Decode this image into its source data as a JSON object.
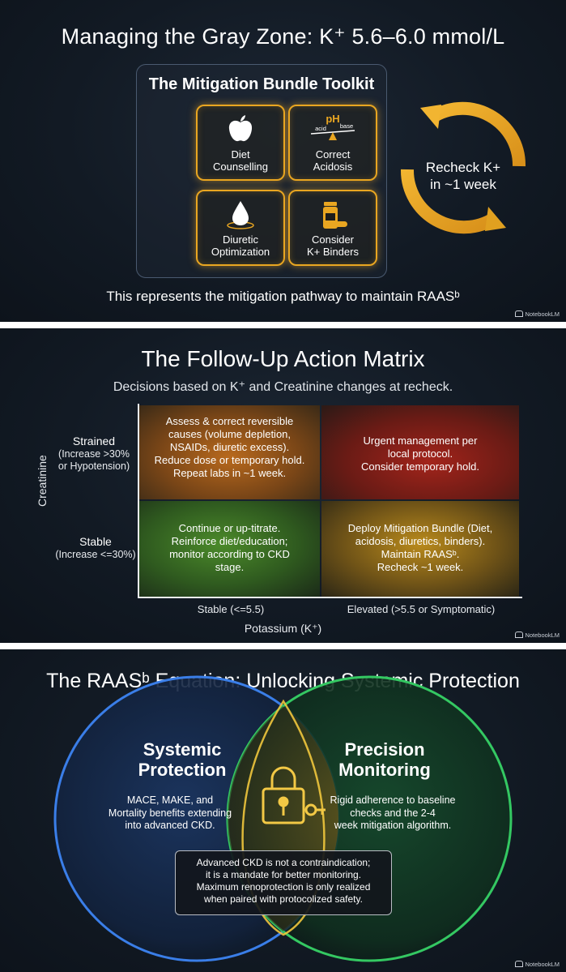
{
  "panel1": {
    "title": "Managing the Gray Zone: K⁺ 5.6–6.0 mmol/L",
    "toolkit_title": "The Mitigation Bundle Toolkit",
    "tiles": [
      {
        "label_line1": "Diet",
        "label_line2": "Counselling",
        "icon": "apple-icon"
      },
      {
        "label_line1": "Correct",
        "label_line2": "Acidosis",
        "icon": "ph-scale-icon",
        "icon_text": {
          "ph": "pH",
          "acid": "acid",
          "base": "base"
        }
      },
      {
        "label_line1": "Diuretic",
        "label_line2": "Optimization",
        "icon": "water-drop-icon"
      },
      {
        "label_line1": "Consider",
        "label_line2": "K+ Binders",
        "icon": "pill-bottle-icon"
      }
    ],
    "cycle_line1": "Recheck K+",
    "cycle_line2": "in ~1 week",
    "caption": "This represents the mitigation pathway to maintain RAASᵇ",
    "accent_color": "#e9a621"
  },
  "panel2": {
    "title": "The Follow-Up Action Matrix",
    "subtitle": "Decisions based on K⁺ and Creatinine changes at recheck.",
    "cells": {
      "top_left": [
        "Assess & correct reversible",
        "causes (volume depletion,",
        "NSAIDs, diuretic excess).",
        "Reduce dose or temporary hold.",
        "Repeat labs in ~1 week."
      ],
      "top_right": [
        "Urgent management per",
        "local protocol.",
        "Consider temporary hold."
      ],
      "bottom_left": [
        "Continue or up-titrate.",
        "Reinforce diet/education;",
        "monitor according to CKD",
        "stage."
      ],
      "bottom_right": [
        "Deploy Mitigation Bundle (Diet,",
        "acidosis, diuretics, binders).",
        "Maintain RAASᵇ.",
        "Recheck ~1 week."
      ]
    },
    "row_labels": {
      "strained": {
        "title": "Strained",
        "line1": "(Increase >30%",
        "line2": "or Hypotension)"
      },
      "stable": {
        "title": "Stable",
        "line1": "(Increase <=30%)"
      }
    },
    "y_axis_label": "Creatinine",
    "col_labels": [
      "Stable (<=5.5)",
      "Elevated (>5.5 or Symptomatic)"
    ],
    "x_axis_label": "Potassium (K⁺)",
    "colors": {
      "orange": "#b8691d",
      "red": "#a3241b",
      "green": "#4b8a2a",
      "amber": "#b98a1c"
    }
  },
  "panel3": {
    "title": "The RAASᵇ Equation: Unlocking Systemic Protection",
    "left_title_line1": "Systemic",
    "left_title_line2": "Protection",
    "left_body": [
      "MACE, MAKE, and",
      "Mortality benefits extending",
      "into advanced CKD."
    ],
    "right_title_line1": "Precision",
    "right_title_line2": "Monitoring",
    "right_body": [
      "Rigid adherence to baseline",
      "checks and the 2-4",
      "week mitigation algorithm."
    ],
    "center_icon": "padlock-with-key-icon",
    "callout": [
      "Advanced CKD is not a contraindication;",
      "it is a mandate for better monitoring.",
      "Maximum renoprotection is only realized",
      "when paired with protocolized safety."
    ],
    "colors": {
      "left_circle": "#2f6fd6",
      "right_circle": "#2fbf5a",
      "center_glow": "#e9c23a"
    }
  },
  "watermark": "NotebookLM"
}
